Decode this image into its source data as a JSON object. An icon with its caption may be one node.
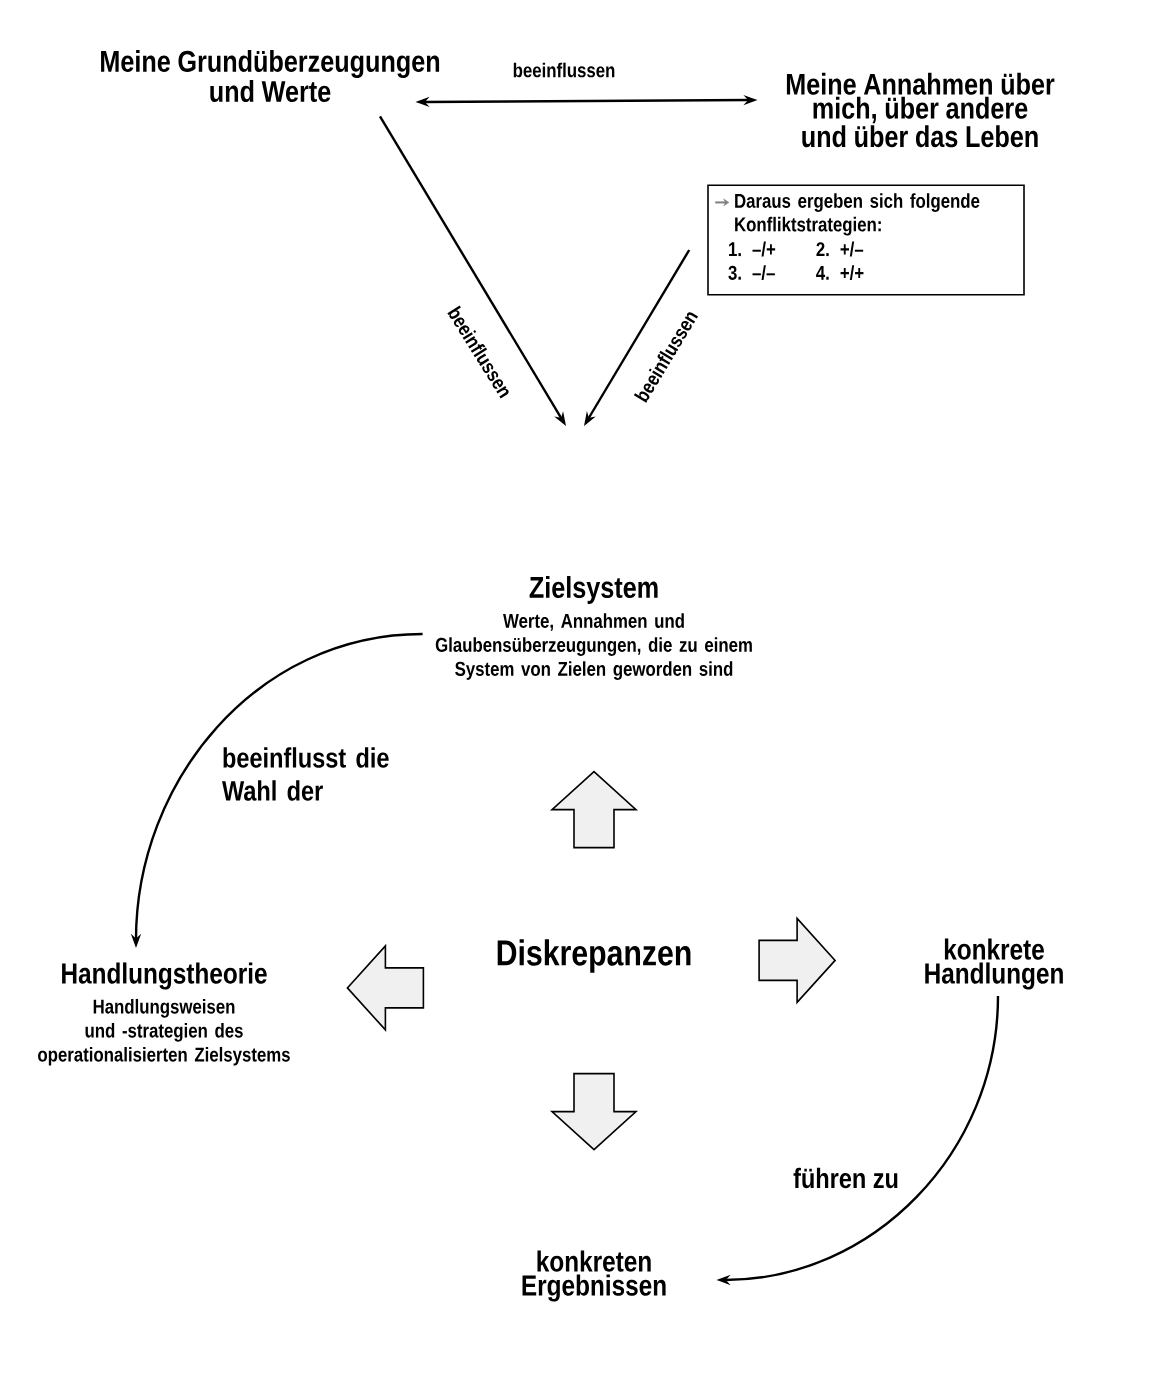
{
  "diagram": {
    "nodes": [
      {
        "text": [
          "Meine Grundüberzeugungen und Werte"
        ]
      },
      {
        "text": [
          "Meine Annahmen über mich, über andere und über das Leben"
        ]
      },
      {
        "text": [
          "Daraus ergeben sich folgende Konfliktstrategien:",
          "1. –/+",
          "2. +/–",
          "3. –/–",
          "4. +/+"
        ]
      },
      {
        "text": [
          "Zielsystem",
          "Werte, Annahmen und Glaubensüberzeugungen, die zu einem System von Zielen geworden sind"
        ]
      },
      {
        "text": [
          "Handlungstheorie",
          "Handlungsweisen und -strategien des operationalisierten Zielsystems"
        ]
      },
      {
        "text": [
          "Diskrepanzen"
        ]
      },
      {
        "text": [
          "konkrete Handlungen"
        ]
      },
      {
        "text": [
          "konkreten Ergebnissen"
        ]
      }
    ],
    "edges": [
      {
        "from": 0,
        "to": 1,
        "arrow": "both",
        "label": "beeinflussen"
      },
      {
        "from": 0,
        "to": null,
        "arrow": "to",
        "label": "beeinflussen"
      },
      {
        "from": 2,
        "to": null,
        "arrow": "to",
        "label": "beeinflussen"
      },
      {
        "from": 3,
        "to": 4,
        "arrow": "to",
        "label": "beeinflusst die Wahl der"
      },
      {
        "from": 5,
        "to": 3,
        "arrow": "to",
        "style": "thick"
      },
      {
        "from": 5,
        "to": 4,
        "arrow": "to",
        "style": "thick"
      },
      {
        "from": 5,
        "to": 6,
        "arrow": "to",
        "style": "thick"
      },
      {
        "from": 5,
        "to": 7,
        "arrow": "to",
        "style": "thick"
      },
      {
        "from": 6,
        "to": 7,
        "arrow": "to",
        "label": "führen zu"
      }
    ]
  }
}
